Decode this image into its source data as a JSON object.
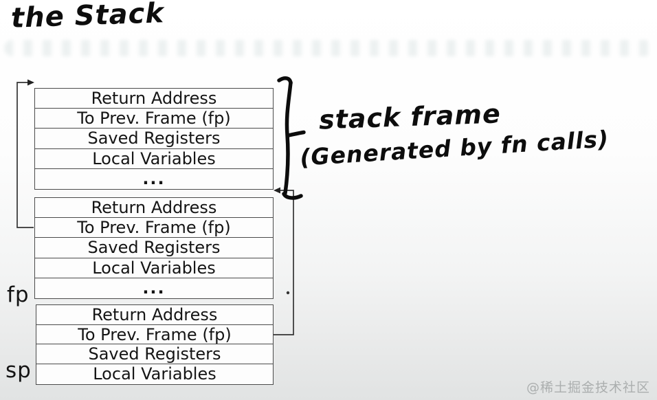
{
  "title": "the Stack",
  "annotation": {
    "line1": "stack frame",
    "line2": "(Generated by fn calls)"
  },
  "registers": {
    "fp": "fp",
    "sp": "sp"
  },
  "frames": [
    {
      "rows": [
        "Return Address",
        "To Prev. Frame (fp)",
        "Saved Registers",
        "Local Variables",
        "..."
      ]
    },
    {
      "rows": [
        "Return Address",
        "To Prev. Frame (fp)",
        "Saved Registers",
        "Local Variables",
        "..."
      ]
    },
    {
      "rows": [
        "Return Address",
        "To Prev. Frame (fp)",
        "Saved Registers",
        "Local Variables"
      ]
    }
  ],
  "watermark": "@稀土掘金技术社区",
  "colors": {
    "ink": "#0d0d0d",
    "table_border": "#4a4a4a",
    "connector": "#333333",
    "watermark": "#abaeae"
  }
}
